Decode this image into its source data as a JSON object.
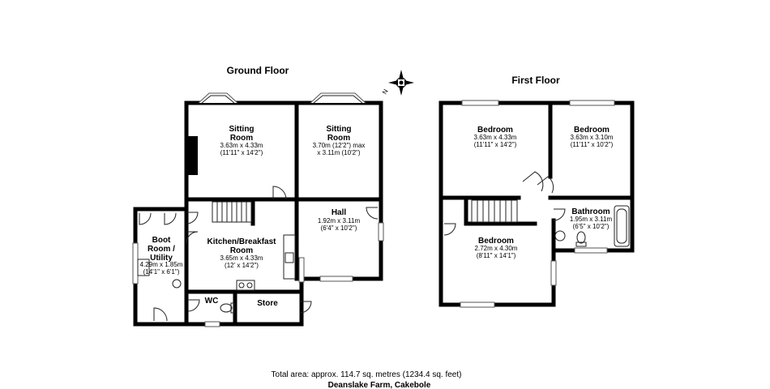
{
  "ground_floor": {
    "title": "Ground Floor",
    "rooms": {
      "sitting_room_1": {
        "name_line1": "Sitting",
        "name_line2": "Room",
        "dim_metric": "3.63m x 4.33m",
        "dim_imperial": "(11'11\" x 14'2\")"
      },
      "sitting_room_2": {
        "name_line1": "Sitting",
        "name_line2": "Room",
        "dim_metric": "3.70m (12'2\") max",
        "dim_imperial": "x 3.11m (10'2\")"
      },
      "hall": {
        "name": "Hall",
        "dim_metric": "1.92m x 3.11m",
        "dim_imperial": "(6'4\" x 10'2\")"
      },
      "kitchen": {
        "name_line1": "Kitchen/Breakfast",
        "name_line2": "Room",
        "dim_metric": "3.65m x 4.33m",
        "dim_imperial": "(12' x 14'2\")"
      },
      "boot_room": {
        "name_line1": "Boot",
        "name_line2": "Room /",
        "name_line3": "Utility",
        "dim_metric": "4.29m x 1.85m",
        "dim_imperial": "(14'1\" x 6'1\")"
      },
      "wc": {
        "name": "WC"
      },
      "store": {
        "name": "Store"
      }
    }
  },
  "first_floor": {
    "title": "First Floor",
    "rooms": {
      "bedroom_1": {
        "name": "Bedroom",
        "dim_metric": "3.63m x 4.33m",
        "dim_imperial": "(11'11\" x 14'2\")"
      },
      "bedroom_2": {
        "name": "Bedroom",
        "dim_metric": "3.63m x 3.10m",
        "dim_imperial": "(11'11\" x 10'2\")"
      },
      "bedroom_3": {
        "name": "Bedroom",
        "dim_metric": "2.72m x 4.30m",
        "dim_imperial": "(8'11\" x 14'1\")"
      },
      "bathroom": {
        "name": "Bathroom",
        "dim_metric": "1.95m x 3.11m",
        "dim_imperial": "(6'5\" x 10'2\")"
      }
    }
  },
  "compass": {
    "label": "N"
  },
  "footer": {
    "total_area": "Total area: approx. 114.7 sq. metres (1234.4 sq. feet)",
    "property": "Deanslake Farm, Cakebole"
  }
}
